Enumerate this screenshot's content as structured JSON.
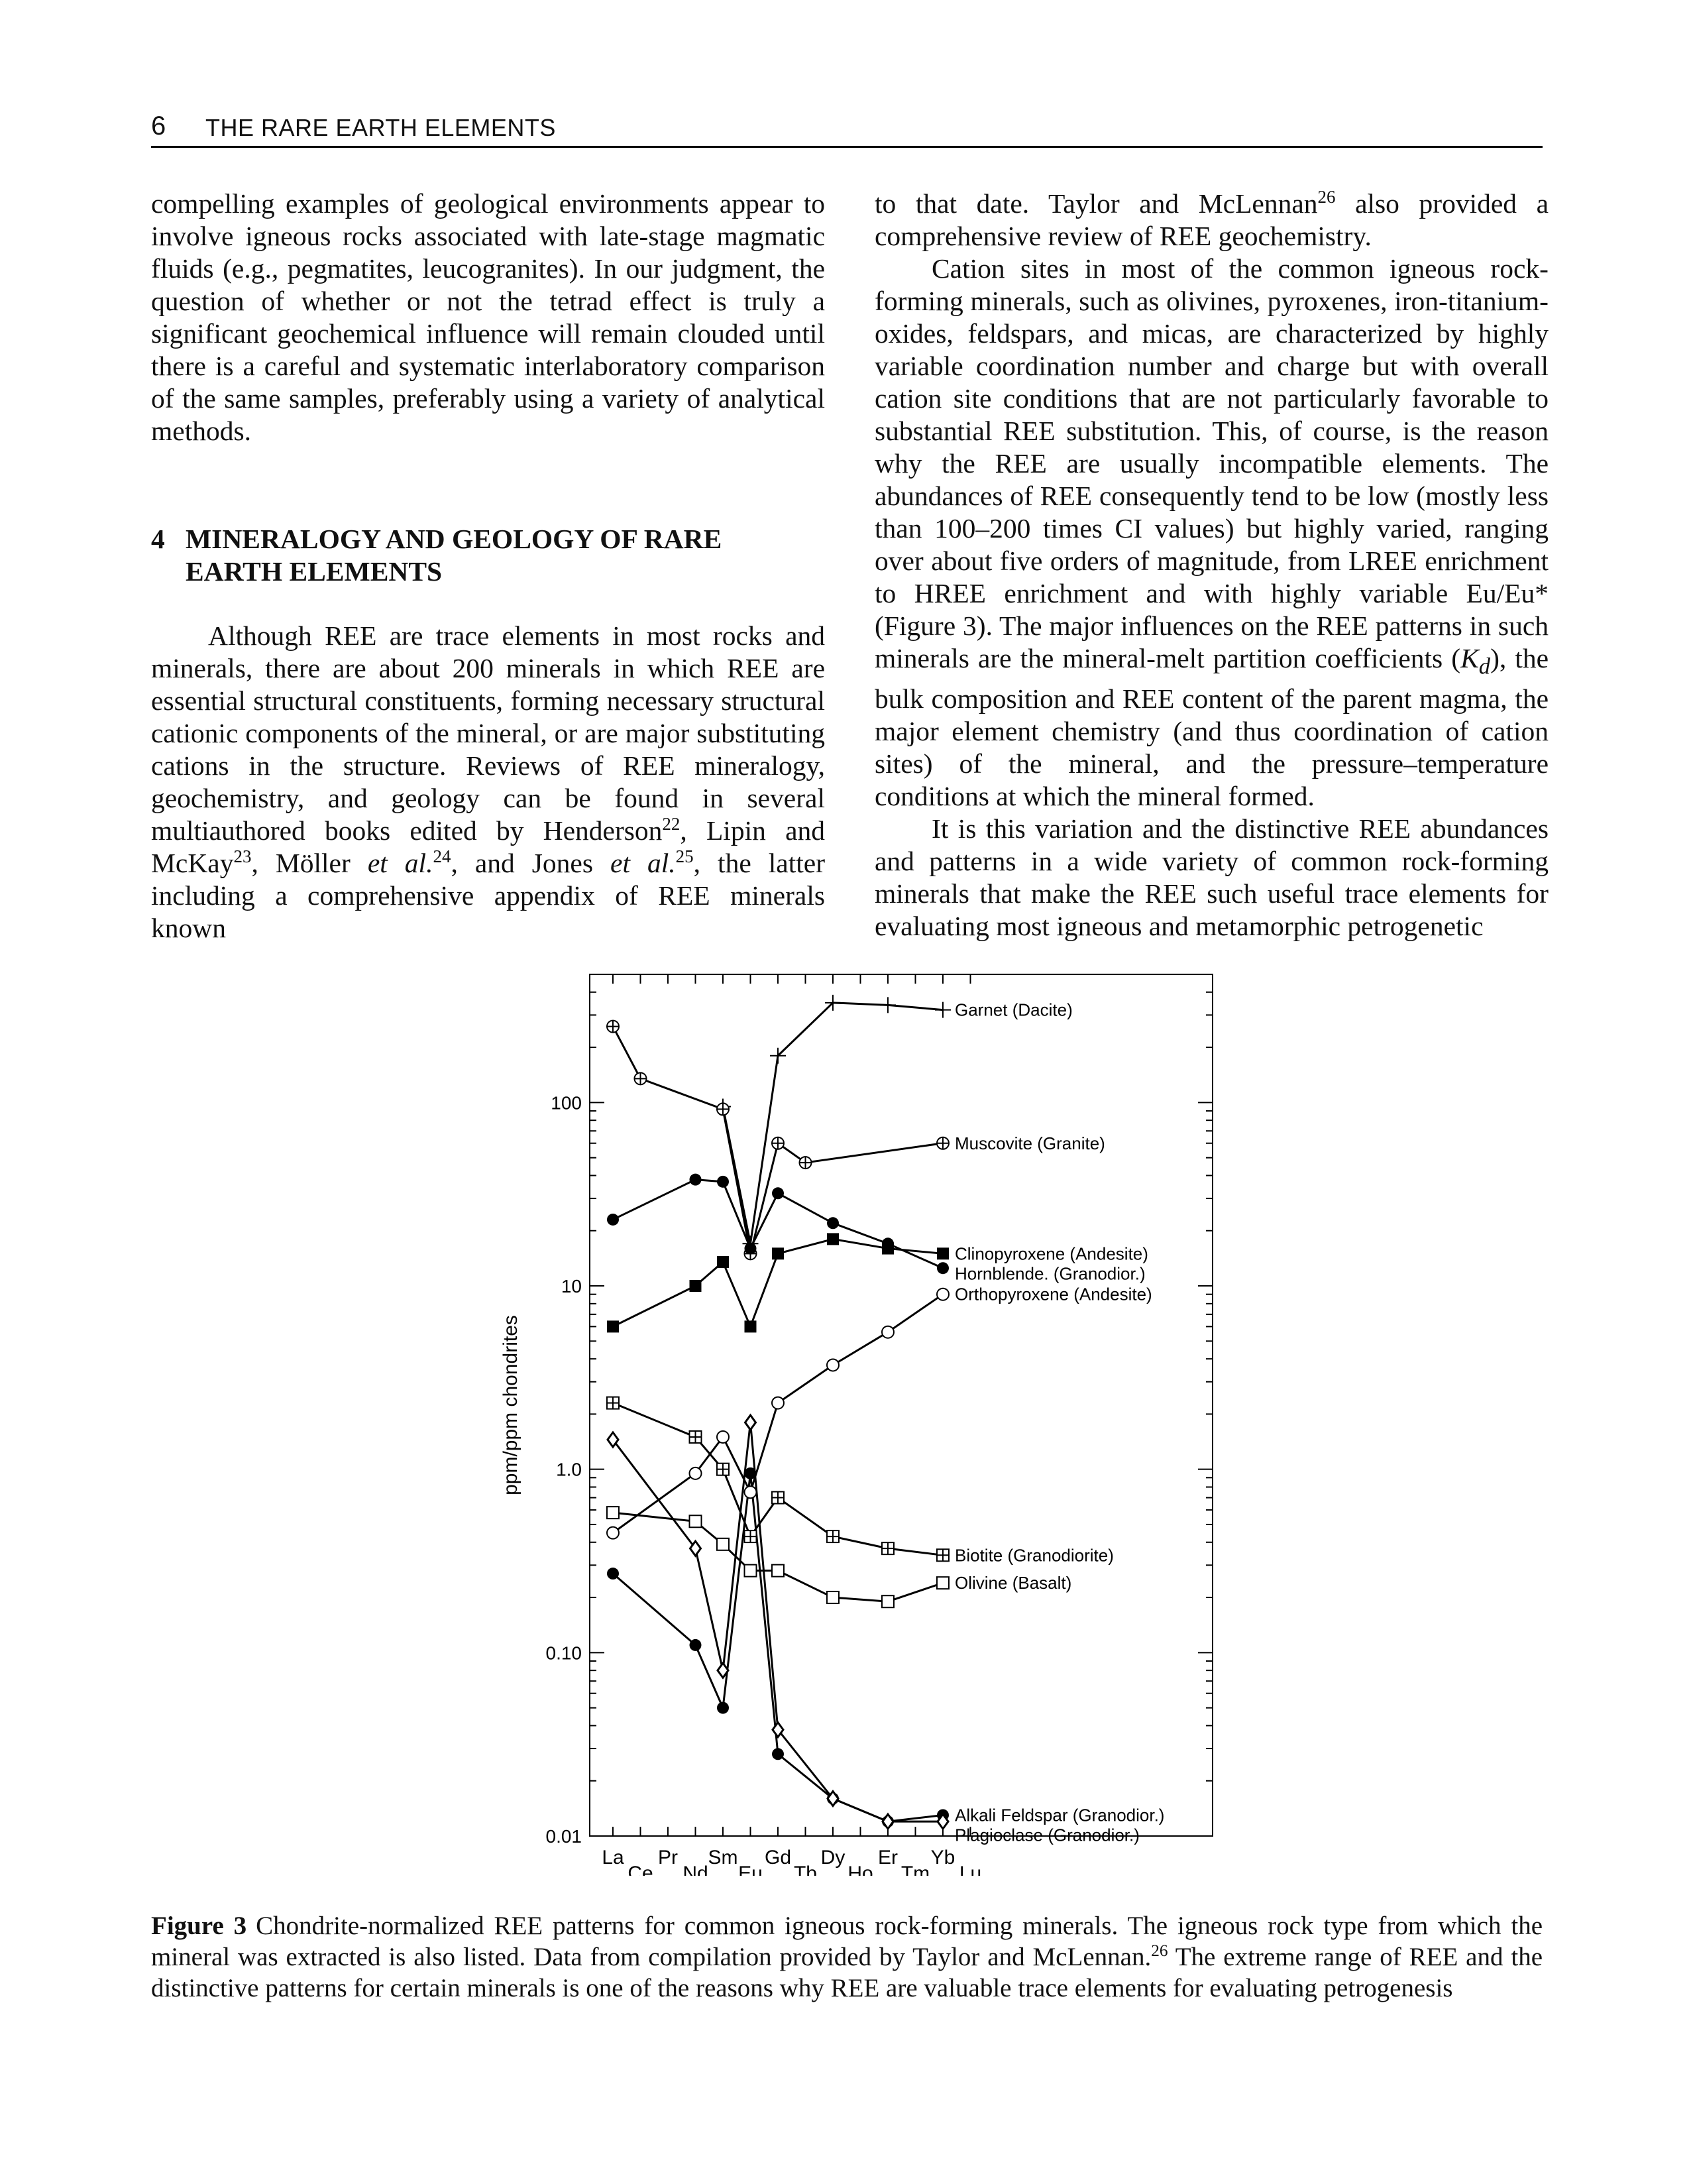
{
  "header": {
    "page_number": "6",
    "running_title": "THE RARE EARTH ELEMENTS"
  },
  "left_column": {
    "para1": "compelling examples of geological environments appear to involve igneous rocks associated with late-stage magmatic fluids (e.g., pegmatites, leucogranites). In our judgment, the question of whether or not the tetrad effect is truly a significant geochemical influence will remain clouded until there is a careful and systematic interlaboratory comparison of the same samples, preferably using a variety of analytical methods.",
    "section_number": "4",
    "section_title_line1": "MINERALOGY AND GEOLOGY OF RARE",
    "section_title_line2": "EARTH ELEMENTS",
    "para2_a": "Although REE are trace elements in most rocks and minerals, there are about 200 minerals in which REE are essential structural constituents, forming necessary structural cationic components of the mineral, or are major substituting cations in the structure. Reviews of REE mineralogy, geochemistry, and geology can be found in several multiauthored books edited by Henderson",
    "ref22": "22",
    "para2_b": ", Lipin and McKay",
    "ref23": "23",
    "para2_c": ", Möller ",
    "etal1": "et al.",
    "ref24": "24",
    "para2_d": ", and Jones ",
    "etal2": "et al.",
    "ref25": "25",
    "para2_e": ", the latter including a comprehensive appendix of REE minerals known"
  },
  "right_column": {
    "para1_a": "to that date. Taylor and McLennan",
    "ref26": "26",
    "para1_b": " also provided a comprehensive review of REE geochemistry.",
    "para2_a": "Cation sites in most of the common igneous rock-forming minerals, such as olivines, pyroxenes, iron-titanium-oxides, feldspars, and micas, are characterized by highly variable coordination number and charge but with overall cation site conditions that are not particularly favorable to substantial REE substitution. This, of course, is the reason why the REE are usually incompatible elements. The abundances of REE consequently tend to be low (mostly less than 100–200 times CI values) but highly varied, ranging over about five orders of magnitude, from LREE enrichment to HREE enrichment and with highly variable Eu/Eu* (Figure 3). The major influences on the REE patterns in such minerals are the mineral-melt partition coefficients (",
    "kd_k": "K",
    "kd_d": "d",
    "para2_b": "), the bulk composition and REE content of the parent magma, the major element chemistry (and thus coordination of cation sites) of the mineral, and the pressure–temperature conditions at which the mineral formed.",
    "para3": "It is this variation and the distinctive REE abundances and patterns in a wide variety of common rock-forming minerals that make the REE such useful trace elements for evaluating most igneous and metamorphic petrogenetic"
  },
  "caption": {
    "label": "Figure 3",
    "text_a": "Chondrite-normalized REE patterns for common igneous rock-forming minerals. The igneous rock type from which the mineral was extracted is also listed. Data from compilation provided by Taylor and McLennan.",
    "ref": "26",
    "text_b": " The extreme range of REE and the distinctive patterns for certain minerals is one of the reasons why REE are valuable trace elements for evaluating petrogenesis"
  },
  "chart_data": {
    "type": "line",
    "y_scale": "log",
    "ylim": [
      0.01,
      500
    ],
    "ylabel": "ppm/ppm chondrites",
    "y_ticks": [
      {
        "value": 100,
        "label": "100"
      },
      {
        "value": 10,
        "label": "10"
      },
      {
        "value": 1,
        "label": "1.0"
      },
      {
        "value": 0.1,
        "label": "0.10"
      },
      {
        "value": 0.01,
        "label": "0.01"
      }
    ],
    "x_labels": [
      "La",
      "Ce",
      "Pr",
      "Nd",
      "Sm",
      "Eu",
      "Gd",
      "Tb",
      "Dy",
      "Ho",
      "Er",
      "Tm",
      "Yb",
      "Lu"
    ],
    "colors": {
      "line": "#000000",
      "background": "#ffffff"
    },
    "series": [
      {
        "name": "Garnet (Dacite)",
        "marker": "plus",
        "label_x": "Yb",
        "points": [
          [
            "Sm",
            95
          ],
          [
            "Eu",
            17
          ],
          [
            "Gd",
            180
          ],
          [
            "Dy",
            350
          ],
          [
            "Er",
            340
          ],
          [
            "Yb",
            320
          ]
        ]
      },
      {
        "name": "Muscovite (Granite)",
        "marker": "circle-plus",
        "label_x": "Yb",
        "points": [
          [
            "La",
            260
          ],
          [
            "Ce",
            135
          ],
          [
            "Sm",
            92
          ],
          [
            "Eu",
            15
          ],
          [
            "Gd",
            60
          ],
          [
            "Tb",
            47
          ],
          [
            "Yb",
            60
          ]
        ]
      },
      {
        "name": "Clinopyroxene (Andesite)",
        "marker": "square-filled",
        "label_x": "Yb",
        "points": [
          [
            "La",
            6
          ],
          [
            "Nd",
            10
          ],
          [
            "Sm",
            13.5
          ],
          [
            "Eu",
            6
          ],
          [
            "Gd",
            15
          ],
          [
            "Dy",
            18
          ],
          [
            "Er",
            16
          ],
          [
            "Yb",
            15
          ]
        ]
      },
      {
        "name": "Hornblende. (Granodior.)",
        "marker": "circle-filled",
        "label_x": "Yb",
        "points": [
          [
            "La",
            23
          ],
          [
            "Nd",
            38
          ],
          [
            "Sm",
            37
          ],
          [
            "Eu",
            16
          ],
          [
            "Gd",
            32
          ],
          [
            "Dy",
            22
          ],
          [
            "Er",
            17
          ],
          [
            "Yb",
            12.5
          ]
        ]
      },
      {
        "name": "Orthopyroxene (Andesite)",
        "marker": "circle-open",
        "label_x": "Yb",
        "points": [
          [
            "La",
            0.45
          ],
          [
            "Nd",
            0.95
          ],
          [
            "Sm",
            1.5
          ],
          [
            "Eu",
            0.75
          ],
          [
            "Gd",
            2.3
          ],
          [
            "Dy",
            3.7
          ],
          [
            "Er",
            5.6
          ],
          [
            "Yb",
            9
          ]
        ]
      },
      {
        "name": "Biotite (Granodiorite)",
        "marker": "square-plus",
        "label_x": "Yb",
        "points": [
          [
            "La",
            2.3
          ],
          [
            "Nd",
            1.5
          ],
          [
            "Sm",
            1.0
          ],
          [
            "Eu",
            0.43
          ],
          [
            "Gd",
            0.7
          ],
          [
            "Dy",
            0.43
          ],
          [
            "Er",
            0.37
          ],
          [
            "Yb",
            0.34
          ]
        ]
      },
      {
        "name": "Olivine (Basalt)",
        "marker": "square-open",
        "label_x": "Yb",
        "points": [
          [
            "La",
            0.58
          ],
          [
            "Nd",
            0.52
          ],
          [
            "Sm",
            0.39
          ],
          [
            "Eu",
            0.28
          ],
          [
            "Gd",
            0.28
          ],
          [
            "Dy",
            0.2
          ],
          [
            "Er",
            0.19
          ],
          [
            "Yb",
            0.24
          ]
        ]
      },
      {
        "name": "Alkali Feldspar (Granodior.)",
        "marker": "circle-filled",
        "label_x": "Yb",
        "points": [
          [
            "La",
            0.27
          ],
          [
            "Nd",
            0.11
          ],
          [
            "Sm",
            0.05
          ],
          [
            "Eu",
            0.95
          ],
          [
            "Gd",
            0.028
          ],
          [
            "Dy",
            0.016
          ],
          [
            "Er",
            0.012
          ],
          [
            "Yb",
            0.013
          ]
        ]
      },
      {
        "name": "Plagioclase (Granodior.)",
        "marker": "diamond-open",
        "label_x": "Yb",
        "points": [
          [
            "La",
            1.45
          ],
          [
            "Nd",
            0.37
          ],
          [
            "Sm",
            0.08
          ],
          [
            "Eu",
            1.8
          ],
          [
            "Gd",
            0.038
          ],
          [
            "Dy",
            0.016
          ],
          [
            "Er",
            0.012
          ],
          [
            "Yb",
            0.012
          ]
        ]
      }
    ]
  }
}
